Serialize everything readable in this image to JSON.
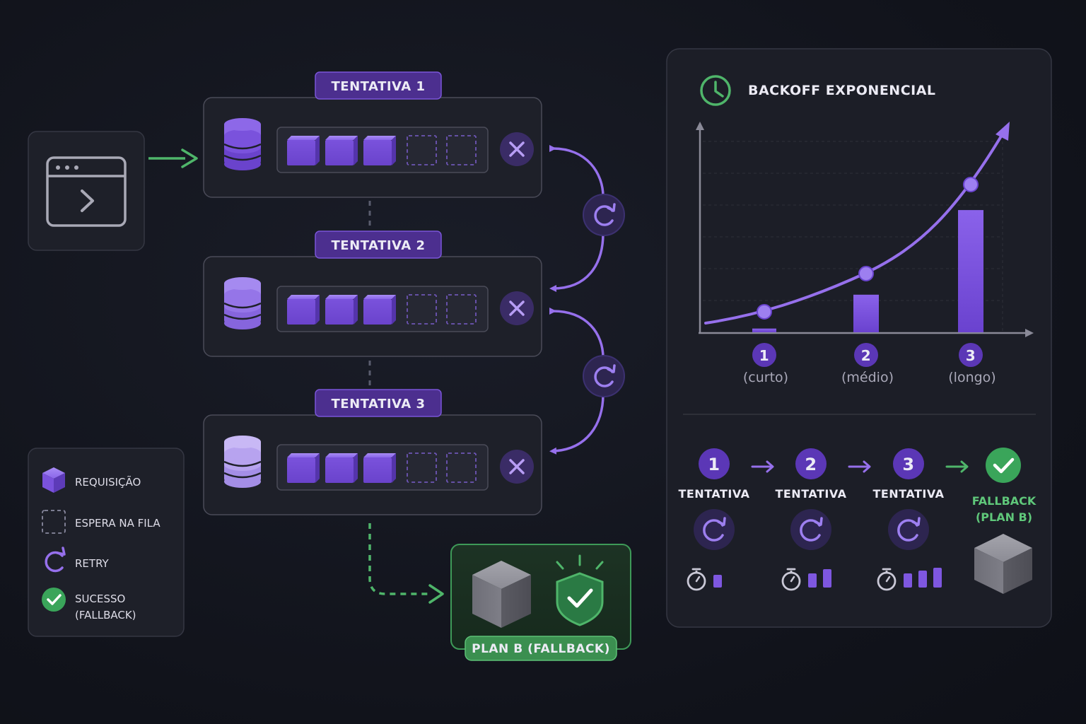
{
  "client": {
    "icon": "terminal-window-icon"
  },
  "attempts": [
    {
      "label": "TENTATIVA 1",
      "db_icon": "database-icon",
      "fail_icon": "close-icon"
    },
    {
      "label": "TENTATIVA 2",
      "db_icon": "database-icon",
      "fail_icon": "close-icon"
    },
    {
      "label": "TENTATIVA 3",
      "db_icon": "database-icon",
      "fail_icon": "close-icon"
    }
  ],
  "queue": {
    "filled_slots": 3,
    "empty_slots": 2
  },
  "retry_icon": "retry-icon",
  "fallback": {
    "label": "PLAN B (FALLBACK)",
    "cube_icon": "cube-icon",
    "shield_icon": "shield-check-icon"
  },
  "legend": [
    {
      "icon": "cube-icon",
      "text": "REQUISIÇÃO"
    },
    {
      "icon": "dashed-square-icon",
      "text": "ESPERA NA FILA"
    },
    {
      "icon": "retry-icon",
      "text": "RETRY"
    },
    {
      "icon": "check-circle-icon",
      "text_line1": "SUCESSO",
      "text_line2": "(FALLBACK)"
    }
  ],
  "backoff_panel": {
    "title": "BACKOFF EXPONENCIAL",
    "title_icon": "clock-icon",
    "chart": {
      "points": [
        {
          "num": "1",
          "label": "(curto)",
          "value": 2
        },
        {
          "num": "2",
          "label": "(médio)",
          "value": 20
        },
        {
          "num": "3",
          "label": "(longo)",
          "value": 65
        }
      ]
    },
    "timeline": [
      {
        "num": "1",
        "label": "TENTATIVA",
        "wait_bars": 1
      },
      {
        "num": "2",
        "label": "TENTATIVA",
        "wait_bars": 2
      },
      {
        "num": "3",
        "label": "TENTATIVA",
        "wait_bars": 3
      }
    ],
    "final": {
      "line1": "FALLBACK",
      "line2": "(PLAN B)",
      "icon": "check-circle-icon"
    }
  },
  "colors": {
    "purple": "#7b55d8",
    "purple_light": "#9d7ff0",
    "green": "#4fb56a",
    "panel_bg": "#1d1f29",
    "panel_border": "#3a3b48"
  }
}
